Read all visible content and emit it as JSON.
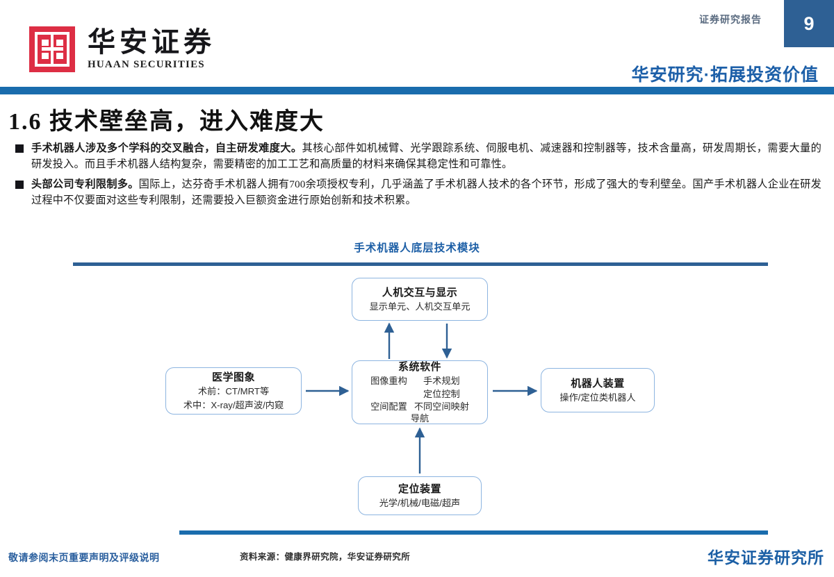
{
  "header": {
    "report_label": "证券研究报告",
    "page_number": "9",
    "logo_cn": "华安证券",
    "logo_en": "HUAAN SECURITIES",
    "slogan": "华安研究·拓展投资价值",
    "accent_blue": "#1a6cad",
    "logo_red": "#dd2e44"
  },
  "title": "1.6 技术壁垒高，进入难度大",
  "bullets": [
    {
      "lead": "手术机器人涉及多个学科的交叉融合，自主研发难度大。",
      "rest": "其核心部件如机械臂、光学跟踪系统、伺服电机、减速器和控制器等，技术含量高，研发周期长，需要大量的研发投入。而且手术机器人结构复杂，需要精密的加工工艺和高质量的材料来确保其稳定性和可靠性。"
    },
    {
      "lead": "头部公司专利限制多。",
      "rest": "国际上，达芬奇手术机器人拥有700余项授权专利，几乎涵盖了手术机器人技术的各个环节，形成了强大的专利壁垒。国产手术机器人企业在研发过程中不仅要面对这些专利限制，还需要投入巨额资金进行原始创新和技术积累。"
    }
  ],
  "figure": {
    "title": "手术机器人底层技术模块",
    "title_color": "#1d5fa6",
    "node_border_color": "#8cb4e0",
    "arrow_color": "#2e6094",
    "nodes": {
      "hmi": {
        "title": "人机交互与显示",
        "sub": "显示单元、人机交互单元"
      },
      "imaging": {
        "title": "医学图象",
        "sub_line1": "术前：CT/MRT等",
        "sub_line2": "术中：X-ray/超声波/内窥"
      },
      "software": {
        "title": "系统软件",
        "items": [
          "图像重构",
          "手术规划",
          "",
          "定位控制",
          "空间配置",
          "不同空间映射"
        ],
        "nav": "导航"
      },
      "robot": {
        "title": "机器人装置",
        "sub": "操作/定位类机器人"
      },
      "position": {
        "title": "定位装置",
        "sub": "光学/机械/电磁/超声"
      }
    }
  },
  "footer": {
    "left_note": "敬请参阅末页重要声明及评级说明",
    "source": "资料来源：健康界研究院，华安证券研究所",
    "right_brand": "华安证券研究所"
  }
}
